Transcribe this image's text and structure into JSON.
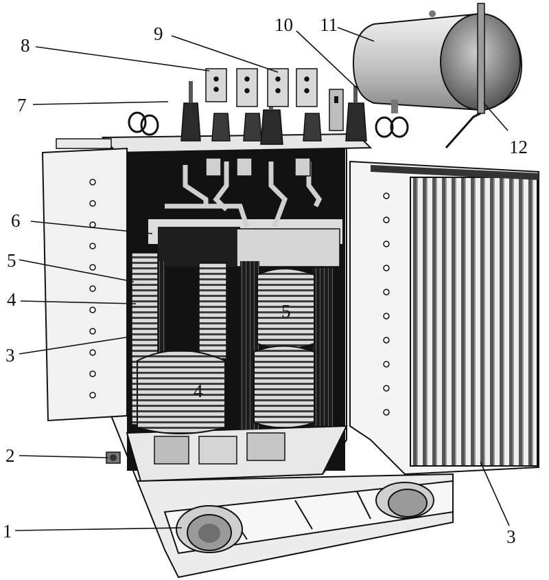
{
  "callouts": [
    {
      "id": "c1",
      "text": "1"
    },
    {
      "id": "c2",
      "text": "2"
    },
    {
      "id": "c3a",
      "text": "3"
    },
    {
      "id": "c3b",
      "text": "3"
    },
    {
      "id": "c4",
      "text": "4"
    },
    {
      "id": "c5",
      "text": "5"
    },
    {
      "id": "c6",
      "text": "6"
    },
    {
      "id": "c7",
      "text": "7"
    },
    {
      "id": "c8",
      "text": "8"
    },
    {
      "id": "c9",
      "text": "9"
    },
    {
      "id": "c10",
      "text": "10"
    },
    {
      "id": "c11",
      "text": "11"
    },
    {
      "id": "c12",
      "text": "12"
    }
  ],
  "inline_marks": {
    "coil_upper": "5",
    "coil_lower": "4"
  },
  "colors": {
    "ink": "#111111",
    "paper": "#ffffff",
    "steel_light": "#dcdcdc",
    "steel_mid": "#a9a9a9",
    "steel_dark": "#3a3a3a"
  }
}
